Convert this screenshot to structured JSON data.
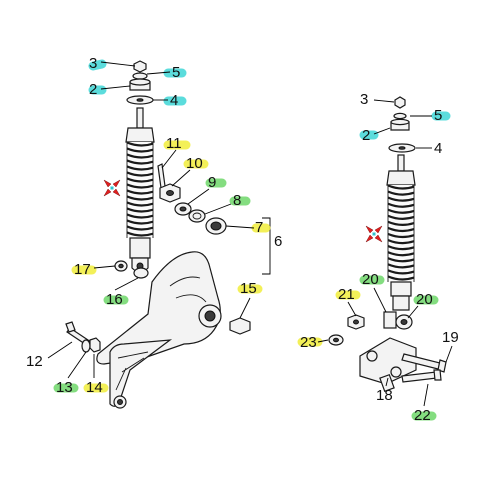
{
  "callouts": {
    "A": [
      {
        "id": "a3",
        "label": "3",
        "color": "cyan"
      },
      {
        "id": "a5",
        "label": "5",
        "color": "cyan"
      },
      {
        "id": "a2",
        "label": "2",
        "color": "cyan"
      },
      {
        "id": "a4",
        "label": "4",
        "color": "cyan"
      },
      {
        "id": "a11",
        "label": "11",
        "color": "yellow"
      },
      {
        "id": "a10",
        "label": "10",
        "color": "yellow"
      },
      {
        "id": "a9",
        "label": "9",
        "color": "green"
      },
      {
        "id": "a8",
        "label": "8",
        "color": "green"
      },
      {
        "id": "a7",
        "label": "7",
        "color": "yellow"
      },
      {
        "id": "a6",
        "label": "6",
        "color": "none"
      },
      {
        "id": "a17",
        "label": "17",
        "color": "yellow"
      },
      {
        "id": "a16",
        "label": "16",
        "color": "green"
      },
      {
        "id": "a15",
        "label": "15",
        "color": "yellow"
      },
      {
        "id": "a12",
        "label": "12",
        "color": "none"
      },
      {
        "id": "a13",
        "label": "13",
        "color": "green"
      },
      {
        "id": "a14",
        "label": "14",
        "color": "yellow"
      }
    ],
    "B": [
      {
        "id": "b3",
        "label": "3",
        "color": "none"
      },
      {
        "id": "b5",
        "label": "5",
        "color": "cyan"
      },
      {
        "id": "b2",
        "label": "2",
        "color": "cyan"
      },
      {
        "id": "b4",
        "label": "4",
        "color": "none"
      },
      {
        "id": "b20a",
        "label": "20",
        "color": "green"
      },
      {
        "id": "b21",
        "label": "21",
        "color": "yellow"
      },
      {
        "id": "b20b",
        "label": "20",
        "color": "green"
      },
      {
        "id": "b23",
        "label": "23",
        "color": "yellow"
      },
      {
        "id": "b19",
        "label": "19",
        "color": "none"
      },
      {
        "id": "b18",
        "label": "18",
        "color": "none"
      },
      {
        "id": "b22",
        "label": "22",
        "color": "green"
      }
    ]
  },
  "colors": {
    "cyan": "#3fd6d6",
    "yellow": "#f2ee3c",
    "green": "#6fd86a",
    "marker_red": "#e02020",
    "marker_cyan": "#2ec4d0"
  },
  "icons": {
    "shock_marker": "pointer-cross-icon"
  }
}
